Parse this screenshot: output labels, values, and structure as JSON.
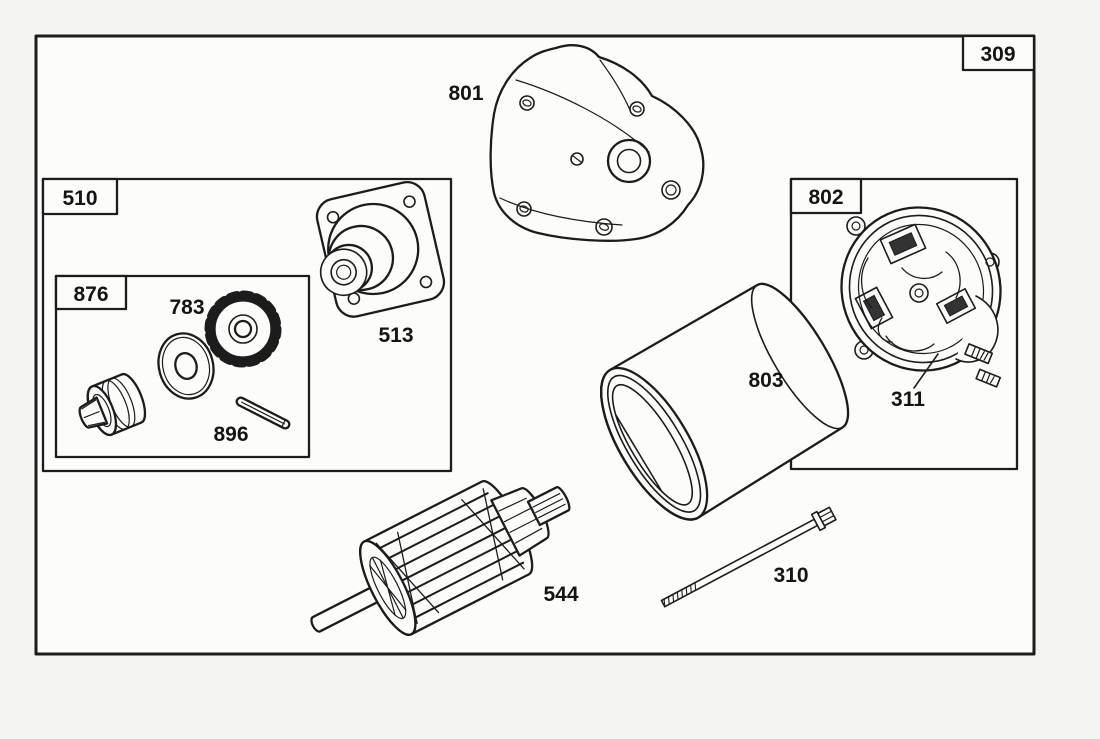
{
  "colors": {
    "background": "#f4f4f2",
    "paper": "#fcfcfb",
    "line": "#1c1c1c"
  },
  "callouts": {
    "frame_box": "309",
    "mount_bracket": "801",
    "drive_assembly_box": "510",
    "clutch_box": "876",
    "washer": "783",
    "pin": "896",
    "gear_cover": "513",
    "end_cap_box": "802",
    "brush_assembly": "311",
    "motor_housing": "803",
    "armature": "544",
    "through_bolt": "310"
  }
}
